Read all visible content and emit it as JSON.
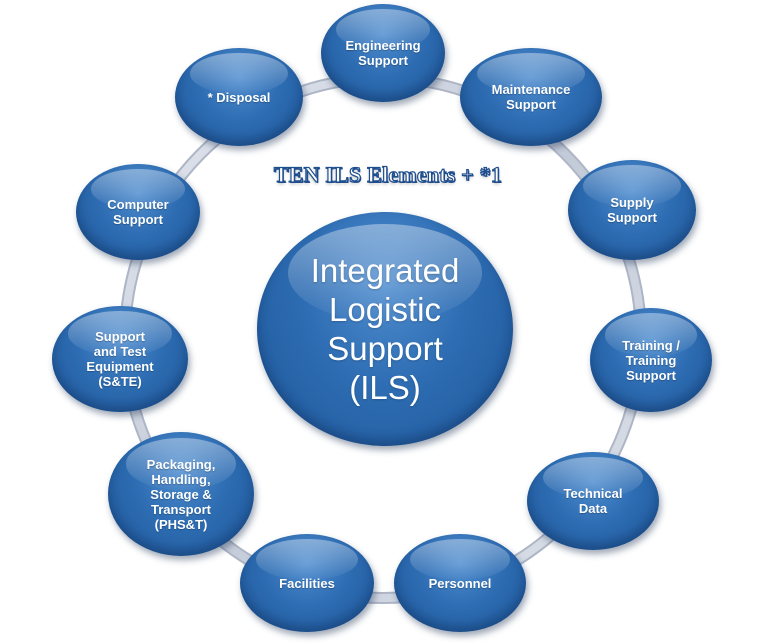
{
  "title": "TEN ILS Elements + *1",
  "center": "Integrated\nLogistic\nSupport\n(ILS)",
  "elements": [
    "Engineering\nSupport",
    "Maintenance\nSupport",
    "Supply\nSupport",
    "Training /\nTraining\nSupport",
    "Technical\nData",
    "Personnel",
    "Facilities",
    "Packaging,\nHandling,\nStorage &\nTransport\n(PHS&T)",
    "Support\nand Test\nEquipment\n(S&TE)",
    "Computer\nSupport",
    "* Disposal"
  ],
  "colors": {
    "node_fill": "#2e6db3",
    "ring": "#c9cfdc",
    "title_outline": "#1f4e8f"
  }
}
